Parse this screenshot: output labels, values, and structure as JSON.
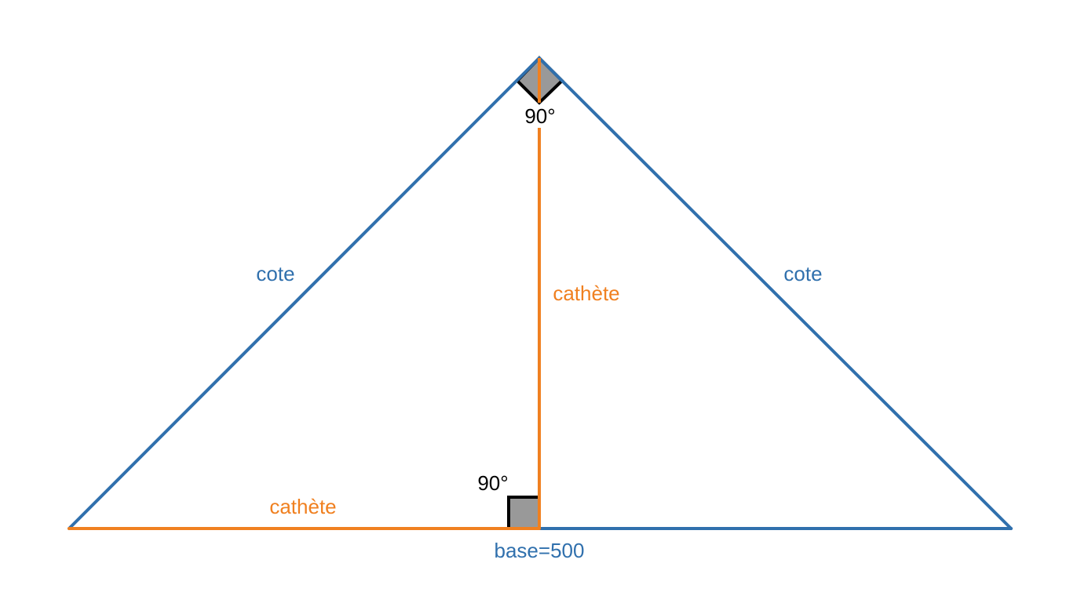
{
  "colors": {
    "blue": "#3070ad",
    "orange": "#f08020",
    "black": "#000000",
    "fill": "#999999"
  },
  "labels": {
    "left_side": "cote",
    "right_side": "cote",
    "height": "cathète",
    "half_base": "cathète",
    "base": "base=500",
    "top_angle": "90°",
    "bottom_angle": "90°"
  }
}
